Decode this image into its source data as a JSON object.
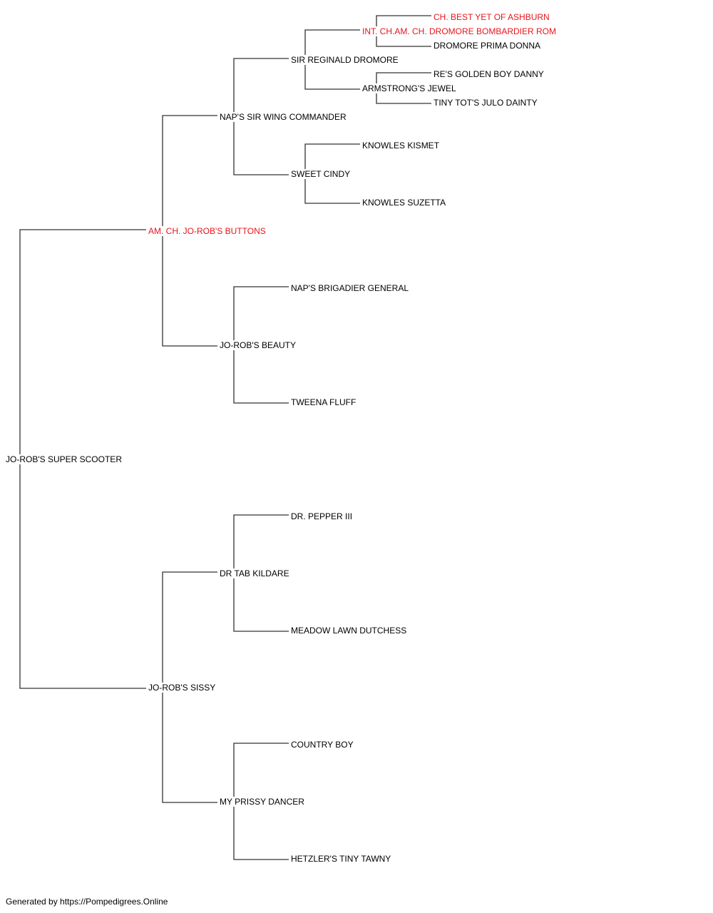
{
  "colors": {
    "champion": "#e8141b",
    "normal": "#000000",
    "connector": "#333333"
  },
  "pedigree": {
    "subject": {
      "name": "JO-ROB'S SUPER SCOOTER",
      "champion": false
    },
    "sire": {
      "name": "AM. CH. JO-ROB'S BUTTONS",
      "champion": true
    },
    "dam": {
      "name": "JO-ROB'S SISSY",
      "champion": false
    },
    "sire_sire": {
      "name": "NAP'S SIR WING COMMANDER",
      "champion": false
    },
    "sire_dam": {
      "name": "JO-ROB'S BEAUTY",
      "champion": false
    },
    "dam_sire": {
      "name": "DR TAB KILDARE",
      "champion": false
    },
    "dam_dam": {
      "name": "MY PRISSY DANCER",
      "champion": false
    },
    "sss": {
      "name": "SIR REGINALD DROMORE",
      "champion": false
    },
    "ssd": {
      "name": "SWEET CINDY",
      "champion": false
    },
    "sds": {
      "name": "NAP'S BRIGADIER GENERAL",
      "champion": false
    },
    "sdd": {
      "name": "TWEENA FLUFF",
      "champion": false
    },
    "dss": {
      "name": "DR. PEPPER III",
      "champion": false
    },
    "dsd": {
      "name": "MEADOW LAWN DUTCHESS",
      "champion": false
    },
    "dds": {
      "name": "COUNTRY BOY",
      "champion": false
    },
    "ddd": {
      "name": "HETZLER'S TINY TAWNY",
      "champion": false
    },
    "ssss": {
      "name": "INT. CH.AM. CH. DROMORE BOMBARDIER ROM",
      "champion": true
    },
    "sssd": {
      "name": "ARMSTRONG'S JEWEL",
      "champion": false
    },
    "ssds": {
      "name": "KNOWLES KISMET",
      "champion": false
    },
    "ssdd": {
      "name": "KNOWLES SUZETTA",
      "champion": false
    },
    "sssss": {
      "name": "CH. BEST YET OF ASHBURN",
      "champion": true
    },
    "ssssd": {
      "name": "DROMORE PRIMA DONNA",
      "champion": false
    },
    "sssds": {
      "name": "RE'S GOLDEN BOY DANNY",
      "champion": false
    },
    "sssdd": {
      "name": "TINY TOT'S JULO DAINTY",
      "champion": false
    }
  },
  "footer": "Generated by https://Pompedigrees.Online"
}
